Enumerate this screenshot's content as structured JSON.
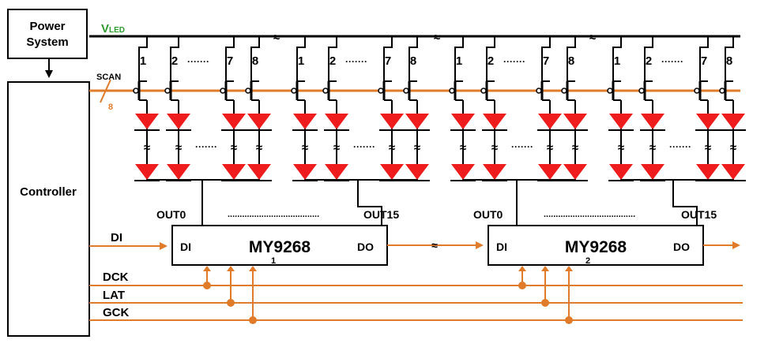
{
  "blocks": {
    "power": {
      "line1": "Power",
      "line2": "System"
    },
    "controller": "Controller"
  },
  "rails": {
    "vled_main": "V",
    "vled_sub": "LED",
    "scan": "SCAN",
    "scan_bus_width": "8",
    "break_symbol": "≈"
  },
  "modules": [
    {
      "chip": "MY9268",
      "index": "1",
      "di": "DI",
      "do": "DO",
      "out_first": "OUT0",
      "out_last": "OUT15",
      "out_dots": "......................................",
      "columns": [
        "1",
        "2",
        "7",
        "8"
      ],
      "col_dots": "·······"
    },
    {
      "chip": "MY9268",
      "index": "2",
      "di": "DI",
      "do": "DO",
      "out_first": "OUT0",
      "out_last": "OUT15",
      "out_dots": "......................................",
      "columns": [
        "1",
        "2",
        "7",
        "8"
      ],
      "col_dots": "·······"
    }
  ],
  "signals": {
    "di": "DI",
    "dck": "DCK",
    "lat": "LAT",
    "gck": "GCK"
  },
  "colors": {
    "line": "#000000",
    "signal": "#e07b2a",
    "led": "#ee1c1c",
    "vled_label": "#2e9b2e"
  }
}
